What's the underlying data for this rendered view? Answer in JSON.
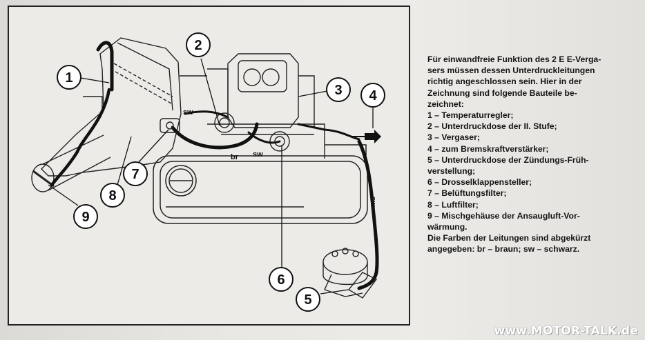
{
  "diagram": {
    "callouts": [
      {
        "num": "1"
      },
      {
        "num": "2"
      },
      {
        "num": "3"
      },
      {
        "num": "4"
      },
      {
        "num": "5"
      },
      {
        "num": "6"
      },
      {
        "num": "7"
      },
      {
        "num": "8"
      },
      {
        "num": "9"
      }
    ],
    "line_labels": {
      "sw_top": "sw",
      "br": "br",
      "sw_mid": "sw",
      "sw_right": "sw"
    }
  },
  "caption": {
    "intro_lines": [
      "Für einwandfreie Funktion des 2 E E-Verga-",
      "sers müssen dessen Unterdruckleitungen",
      "richtig angeschlossen sein. Hier in der",
      "Zeichnung sind folgende Bauteile be-",
      "zeichnet:"
    ],
    "items": [
      "1 – Temperaturregler;",
      "2 – Unterdruckdose der II. Stufe;",
      "3 – Vergaser;",
      "4 – zum Bremskraftverstärker;",
      "5 – Unterdruckdose der Zündungs-Früh-",
      "verstellung;",
      "6 – Drosselklappensteller;",
      "7 – Belüftungsfilter;",
      "8 – Luftfilter;",
      "9 – Mischgehäuse der Ansaugluft-Vor-",
      "wärmung."
    ],
    "outro_lines": [
      "Die Farben der Leitungen sind abgekürzt",
      "angegeben: br – braun; sw – schwarz."
    ]
  },
  "watermark": "www.MOTOR-TALK.de"
}
